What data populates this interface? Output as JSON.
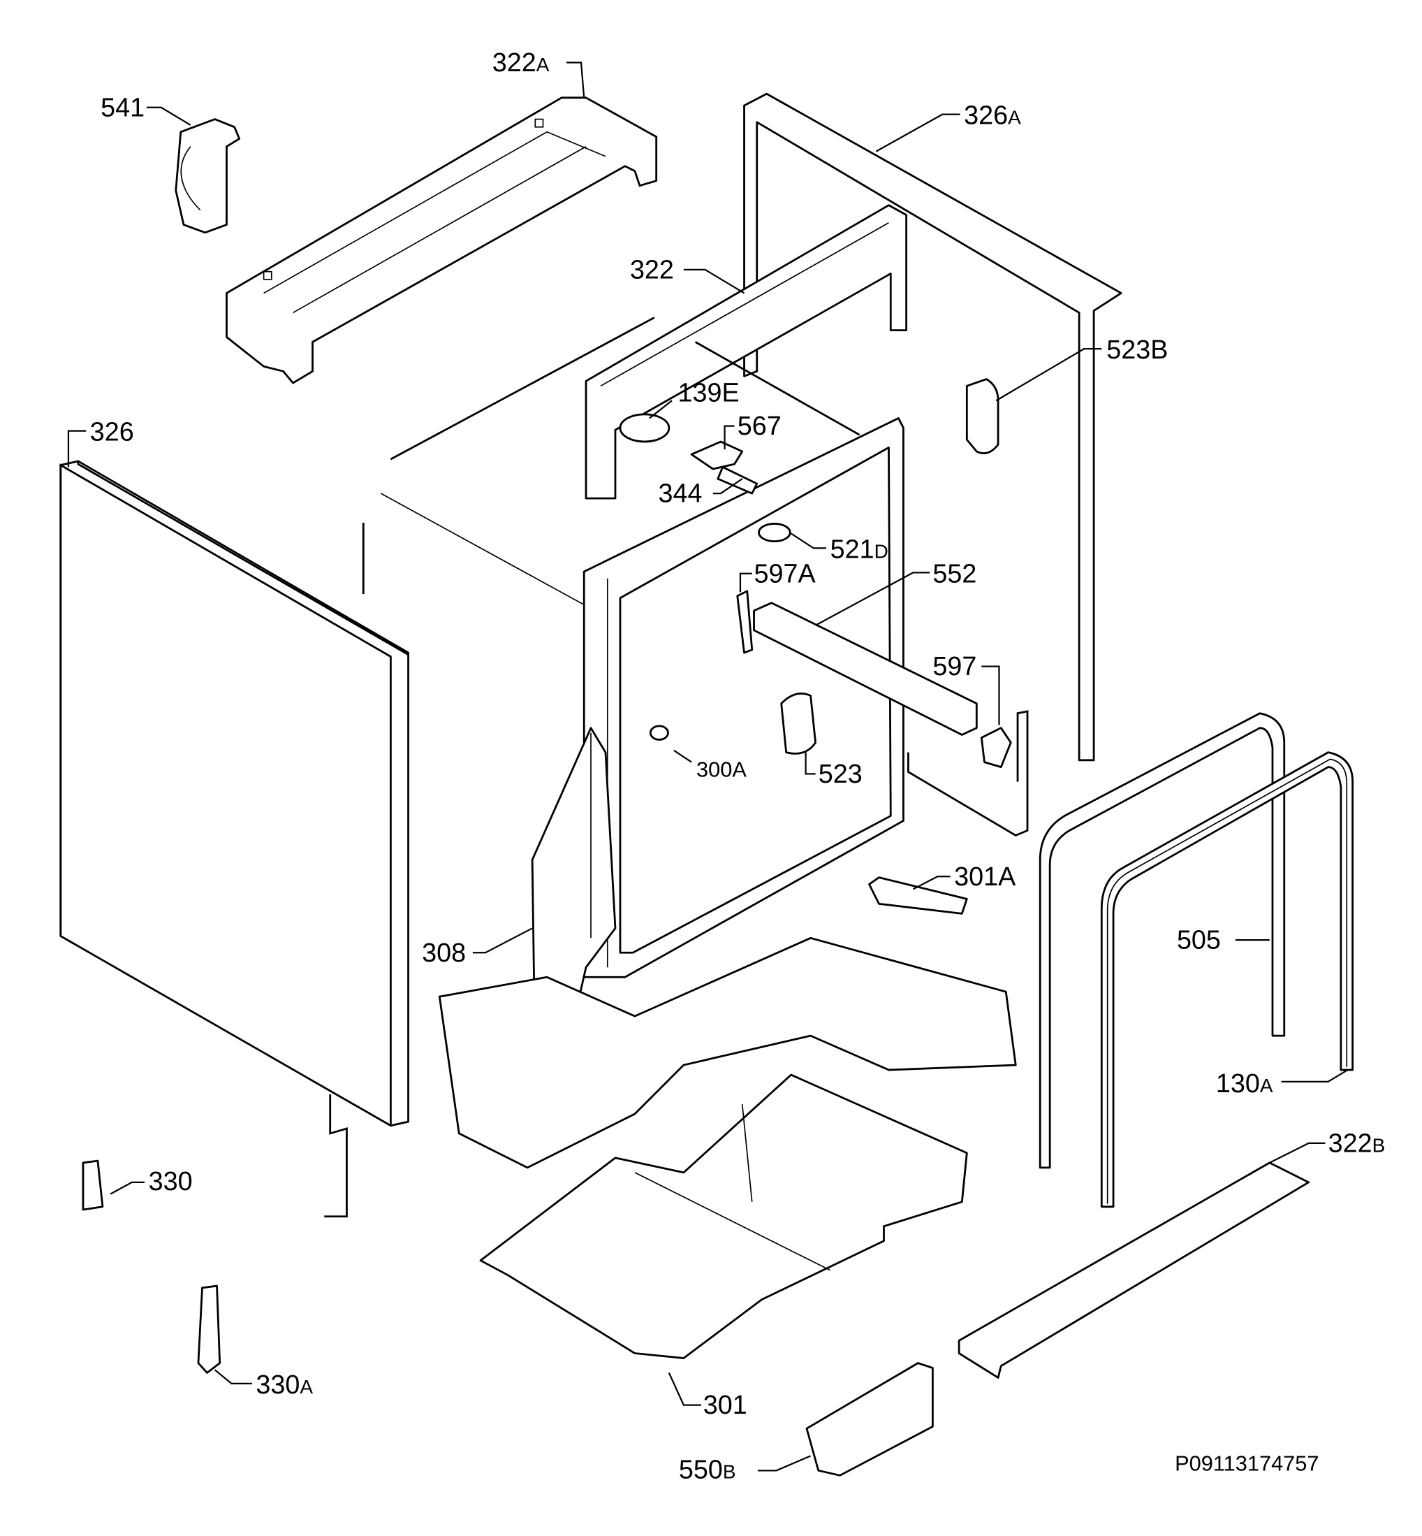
{
  "diagram": {
    "drawing_number": "P09113174757",
    "callouts": [
      {
        "num": "541",
        "suffix": ""
      },
      {
        "num": "322",
        "suffix": "A"
      },
      {
        "num": "326",
        "suffix": "A"
      },
      {
        "num": "322",
        "suffix": ""
      },
      {
        "num": "523B",
        "suffix": ""
      },
      {
        "num": "139E",
        "suffix": ""
      },
      {
        "num": "567",
        "suffix": ""
      },
      {
        "num": "344",
        "suffix": ""
      },
      {
        "num": "326",
        "suffix": ""
      },
      {
        "num": "521",
        "suffix": "D"
      },
      {
        "num": "597A",
        "suffix": ""
      },
      {
        "num": "552",
        "suffix": ""
      },
      {
        "num": "597",
        "suffix": ""
      },
      {
        "num": "300A",
        "suffix": ""
      },
      {
        "num": "523",
        "suffix": ""
      },
      {
        "num": "301A",
        "suffix": ""
      },
      {
        "num": "308",
        "suffix": ""
      },
      {
        "num": "505",
        "suffix": ""
      },
      {
        "num": "130",
        "suffix": "A"
      },
      {
        "num": "322",
        "suffix": "B"
      },
      {
        "num": "330",
        "suffix": ""
      },
      {
        "num": "330",
        "suffix": "A"
      },
      {
        "num": "301",
        "suffix": ""
      },
      {
        "num": "550",
        "suffix": "B"
      }
    ]
  }
}
